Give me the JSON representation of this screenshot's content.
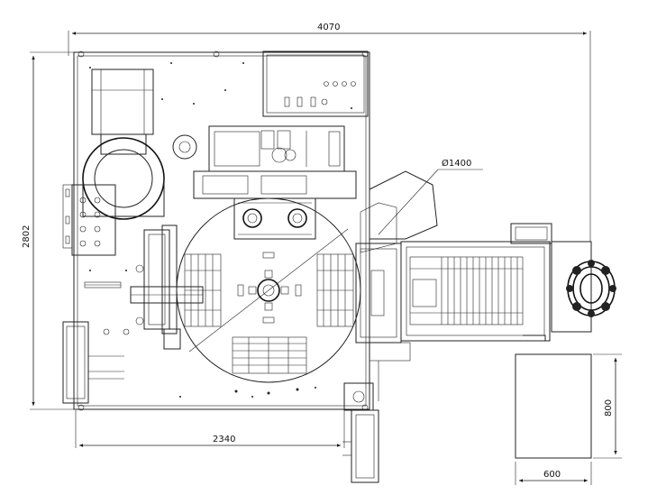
{
  "dimensions": {
    "overall_width": "4070",
    "overall_height": "2802",
    "table_diameter": "Ø1400",
    "lower_width": "2340",
    "cabinet_height": "800",
    "cabinet_width": "600"
  },
  "colors": {
    "line": "#222222",
    "background": "#ffffff"
  }
}
